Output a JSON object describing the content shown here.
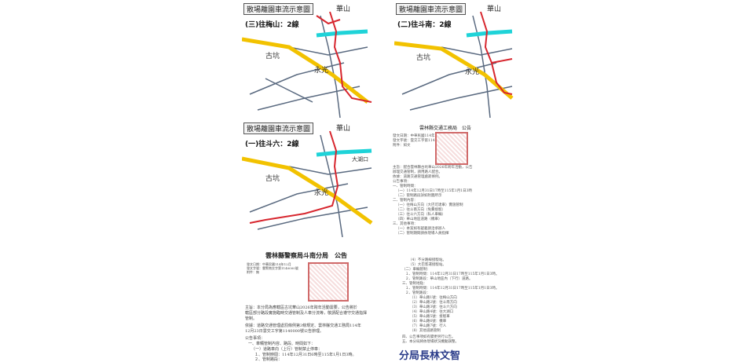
{
  "maps": [
    {
      "title": "散場離園車流示意圖",
      "route": "(三)往梅山：2線"
    },
    {
      "title": "散場離園車流示意圖",
      "route": "(二)往斗南：2線"
    },
    {
      "title": "散場離園車流示意圖",
      "route": "(一)往斗六：2線"
    }
  ],
  "map_places": {
    "mountain": "華山",
    "gukeng": "古坑",
    "yongguang": "永光",
    "other": "大湖口"
  },
  "notice_top": {
    "title": "雲林縣交通工務局　公告",
    "header_lines": [
      "發文日期：中華民國114年12月",
      "發文字號：雲交工字第114000號",
      "附件：如文"
    ],
    "body_lines": [
      "主旨：配合雲林縣古坑華山2026年跨年活動，公告",
      "辦理交通管制，請用路人配合。",
      "依據：道路交通管理處罰條例。",
      "公告事項：",
      "一、管制時間：",
      "（一）114年12月31日17時至115年1月1日3時",
      "（二）管制路段詳如附圖所示",
      "二、管制內容：",
      "（一）往梅山方向（大巴可達車）實施管制",
      "（二）往斗南方向（免費接駁）",
      "（三）往斗六方向（私人車輛）",
      "（四）華山地區道路（機車）",
      "三、其他事項：",
      "（一）本案如有疑義請洽承辦人",
      "（二）管制期間請依現場人員指揮"
    ]
  },
  "notice_bottom": {
    "title": "雲林縣警察局斗南分局　公告",
    "header_lines": [
      "發文日期：中華民國114年12月",
      "發文字號：雲警南交字第1140000號",
      "附件：無"
    ],
    "body_lines": [
      "主旨：本分局為應轄區古坑華山2026年跨年活動需要，公告將於",
      "轄區部分路段實施臨時交通管制及人車分流等，敬請配合遵守交通指揮",
      "管制。",
      "依據：道路交通管理處罰條例第3條規定、雲林縣交通工務局114年",
      "12月23日雲交工字第1140000號公告辦理。",
      "公告事項：",
      "一、車輛管制內容、路段、時間如下：",
      "（一）道路車向（上行）管制禁止停車：",
      "１、管制時間：114年12月31日6時至115年1月1日3時。",
      "２、管制路段："
    ],
    "right_lines": [
      "（4）不分路線接駁站。",
      "（5）大巴客運接駁站。",
      "（二）車輛管制：",
      "１、管制時間：114年12月31日17時至115年1月1日3時。",
      "２、管制路段：華山地區內（下行）道路。",
      "三、管制地點：",
      "１、管制時間：114年12月31日17時至115年1月1日3時。",
      "２、管制路段：",
      "（1）華山路1號：往梅山方向",
      "（2）華山路2號：往斗南方向",
      "（3）華山路3號：往斗六方向",
      "（4）華山路4號：往大湖口",
      "（5）華山路5號：接駁車",
      "（6）華山路6號：機車",
      "（7）華山路7號：行人",
      "（8）其他道路管制",
      "四、公告事項如有變更另行公告。",
      "五、本分局將依現場狀況機動調整。"
    ],
    "signature": "分局長林文智"
  },
  "colors": {
    "highway": "#f2c200",
    "river": "#1fd3d8",
    "route": "#d7262e",
    "road": "#5a6a80",
    "stamp": "#d06a6a"
  }
}
